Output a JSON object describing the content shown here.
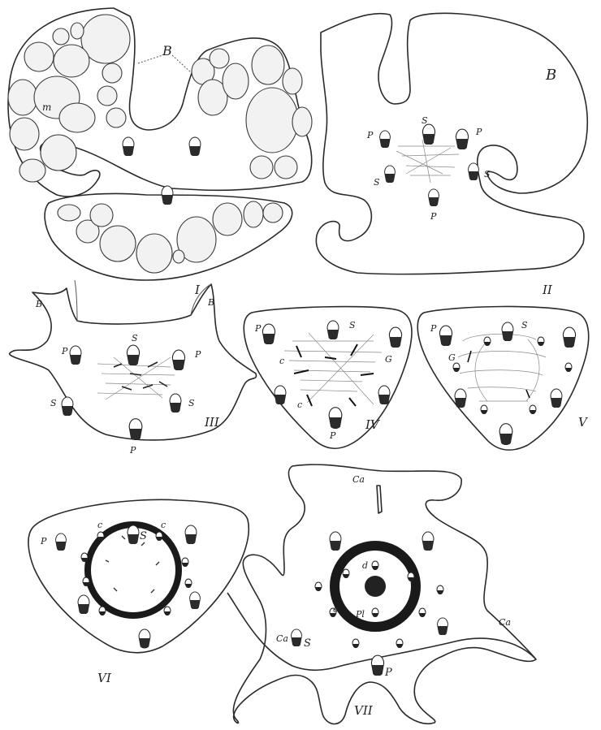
{
  "figures": [
    {
      "id": "I",
      "numeral": "I",
      "labels": {
        "b": "B",
        "m": "m"
      }
    },
    {
      "id": "II",
      "numeral": "II",
      "labels": {
        "b": "B",
        "p": "P",
        "s": "S"
      }
    },
    {
      "id": "III",
      "numeral": "III",
      "labels": {
        "b": "B",
        "p": "P",
        "s": "S"
      }
    },
    {
      "id": "IV",
      "numeral": "IV",
      "labels": {
        "p": "P",
        "s": "S",
        "c": "c",
        "g": "G"
      }
    },
    {
      "id": "V",
      "numeral": "V",
      "labels": {
        "p": "P",
        "s": "S",
        "g": "G"
      }
    },
    {
      "id": "VI",
      "numeral": "VI",
      "labels": {
        "p": "P",
        "s": "S",
        "c": "c"
      }
    },
    {
      "id": "VII",
      "numeral": "VII",
      "labels": {
        "ca": "Ca",
        "s": "S",
        "p": "P",
        "c": "c",
        "d": "d",
        "pl": "Pl"
      }
    }
  ],
  "colors": {
    "ink": "#2a2a2a",
    "paper": "#ffffff",
    "fill": "#f2f2f2"
  }
}
